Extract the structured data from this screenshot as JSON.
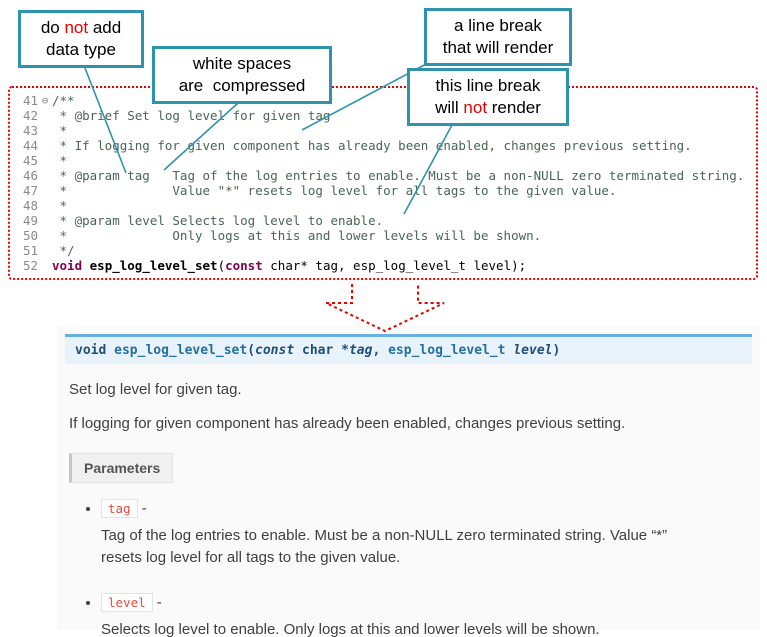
{
  "callouts": {
    "datatype": {
      "l1a": "do ",
      "l1b": "not",
      "l1c": " add",
      "l2": "data type"
    },
    "whitespace": {
      "l1": "white spaces",
      "l2": "are  compressed"
    },
    "break_render": {
      "l1": "a line break",
      "l2": "that will render"
    },
    "break_norender": {
      "l1": "this line break",
      "l2a": "will ",
      "l2b": "not",
      "l2c": " render"
    }
  },
  "editor": {
    "lines": [
      {
        "num": "41",
        "fold": "⊖",
        "segs": [
          {
            "t": "/**",
            "c": "cmt"
          }
        ]
      },
      {
        "num": "42",
        "segs": [
          {
            "t": " * @brief Set log level for given tag",
            "c": "cmt"
          }
        ]
      },
      {
        "num": "43",
        "segs": [
          {
            "t": " *",
            "c": "cmt"
          }
        ]
      },
      {
        "num": "44",
        "segs": [
          {
            "t": " * If logging for given component has already been enabled, changes previous setting.",
            "c": "cmt"
          }
        ]
      },
      {
        "num": "45",
        "segs": [
          {
            "t": " *",
            "c": "cmt"
          }
        ]
      },
      {
        "num": "46",
        "segs": [
          {
            "t": " * @param tag   Tag of the log entries to enable. Must be a non-NULL zero terminated string.",
            "c": "cmt"
          }
        ]
      },
      {
        "num": "47",
        "segs": [
          {
            "t": " *              Value \"*\" resets log level for all tags to the given value.",
            "c": "cmt"
          }
        ]
      },
      {
        "num": "48",
        "segs": [
          {
            "t": " *",
            "c": "cmt"
          }
        ]
      },
      {
        "num": "49",
        "segs": [
          {
            "t": " * @param level Selects log level to enable.",
            "c": "cmt"
          }
        ]
      },
      {
        "num": "50",
        "segs": [
          {
            "t": " *              Only logs at this and lower levels will be shown.",
            "c": "cmt"
          }
        ]
      },
      {
        "num": "51",
        "segs": [
          {
            "t": " */",
            "c": "cmt"
          }
        ]
      },
      {
        "num": "52",
        "segs": [
          {
            "t": "void",
            "c": "kw"
          },
          {
            "t": " ",
            "c": "plain"
          },
          {
            "t": "esp_log_level_set",
            "c": "fn"
          },
          {
            "t": "(",
            "c": "plain"
          },
          {
            "t": "const",
            "c": "kw"
          },
          {
            "t": " char* tag, esp_log_level_t level);",
            "c": "plain"
          }
        ]
      }
    ]
  },
  "docs": {
    "signature": [
      {
        "t": "void ",
        "c": "sig-kw"
      },
      {
        "t": "esp_log_level_set",
        "c": "sig-name"
      },
      {
        "t": "(",
        "c": "sig-plain"
      },
      {
        "t": "const",
        "c": "sig-kw-it"
      },
      {
        "t": "  char *",
        "c": "sig-plain"
      },
      {
        "t": "tag",
        "c": "sig-arg"
      },
      {
        "t": ", ",
        "c": "sig-plain"
      },
      {
        "t": "esp_log_level_t ",
        "c": "sig-type"
      },
      {
        "t": "level",
        "c": "sig-arg"
      },
      {
        "t": ")",
        "c": "sig-plain"
      }
    ],
    "brief": "Set log level for given tag.",
    "description": "If logging for given component has already been enabled, changes previous setting.",
    "parameters_label": "Parameters",
    "params": [
      {
        "name": "tag",
        "desc": "Tag of the log entries to enable. Must be a non-NULL zero terminated string. Value “*” resets log level for all tags to the given value."
      },
      {
        "name": "level",
        "desc": "Selects log level to enable. Only logs at this and lower levels will be shown."
      }
    ]
  },
  "colors": {
    "callout_border": "#2e93ad",
    "annotation_red": "#e60000",
    "dotted_border_red": "#e60000",
    "comment_green": "#4b6454",
    "keyword_purple": "#7f0055",
    "signature_bg": "#e7f2fa",
    "signature_border_blue": "#6ab0de",
    "param_literal_red": "#e74c3c",
    "docs_bg": "#fafafa"
  }
}
